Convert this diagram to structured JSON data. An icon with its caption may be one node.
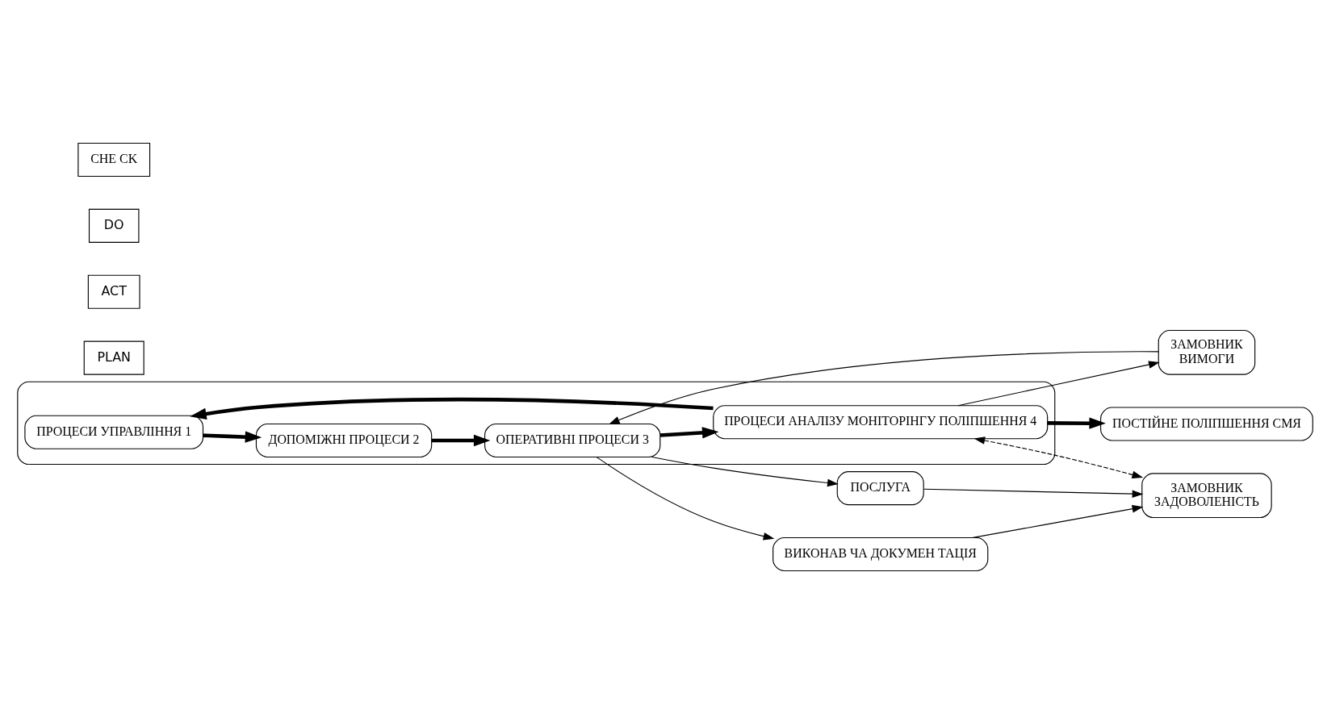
{
  "diagram": {
    "nodes": [
      {
        "text": [
          "ПОСТІЙНЕ ПОЛІПШЕННЯ СМЯ"
        ]
      },
      {
        "text": [
          "ЗАМОВНИК",
          "ВИМОГИ"
        ]
      },
      {
        "text": [],
        "shape": "ellipse"
      },
      {
        "text": [
          "PLAN"
        ]
      },
      {
        "text": [
          "ПРОЦЕСИ УПРАВЛІННЯ 1"
        ],
        "in": 2
      },
      {
        "text": [
          "ACT"
        ]
      },
      {
        "text": [
          "ДОПОМІЖНІ ПРОЦЕСИ 2"
        ],
        "in": 2
      },
      {
        "text": [
          "ПРОЦЕСИ АНАЛІЗУ МОНІТОРІНГУ ПОЛІПШЕННЯ 4"
        ],
        "in": 2
      },
      {
        "text": [
          "ЗАМОВНИК",
          "ЗАДОВОЛЕНІСТЬ"
        ]
      },
      {
        "text": [
          "DO"
        ]
      },
      {
        "text": [
          "ОПЕРАТИВНІ ПРОЦЕСИ 3"
        ],
        "in": 2
      },
      {
        "text": [
          "CHE CK"
        ]
      },
      {
        "text": [
          "ПОСЛУГА"
        ]
      },
      {
        "text": [
          "ВИКОНАВ ЧА ДОКУМЕН ТАЦІЯ"
        ]
      }
    ],
    "edges": [
      {
        "from": 1,
        "to": 10,
        "arrow": "to"
      },
      {
        "from": 10,
        "to": 12,
        "arrow": "to"
      },
      {
        "from": 10,
        "to": 13,
        "arrow": "to"
      },
      {
        "from": 7,
        "to": 1,
        "arrow": "to"
      },
      {
        "from": 7,
        "to": 8,
        "arrow": "both",
        "style": "dashed"
      },
      {
        "from": 12,
        "to": 8,
        "arrow": "to"
      },
      {
        "from": 13,
        "to": 8,
        "arrow": "to"
      },
      {
        "from": 4,
        "to": 6,
        "arrow": "to",
        "style": "thick"
      },
      {
        "from": 6,
        "to": 10,
        "arrow": "to",
        "style": "thick"
      },
      {
        "from": 10,
        "to": 7,
        "arrow": "to",
        "style": "thick"
      },
      {
        "from": 7,
        "to": 4,
        "arrow": "to",
        "style": "thick"
      },
      {
        "from": 7,
        "to": 0,
        "arrow": "to",
        "style": "thick"
      }
    ]
  }
}
